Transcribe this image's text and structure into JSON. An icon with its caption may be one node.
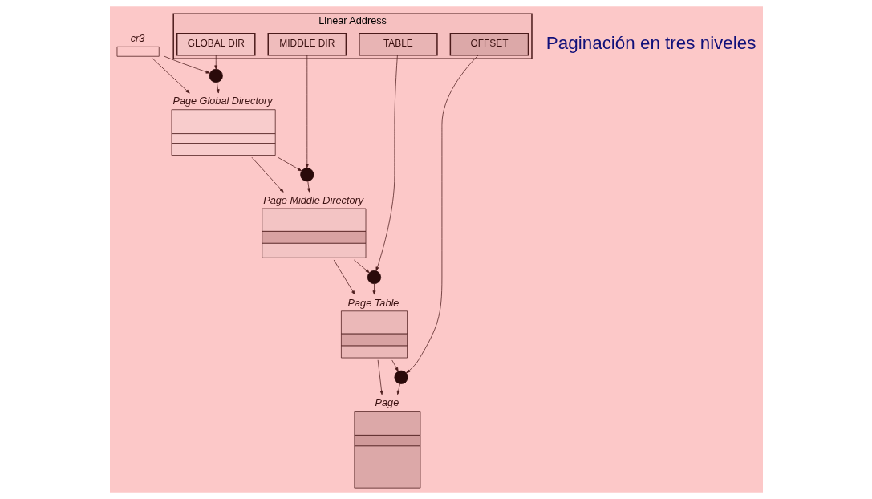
{
  "diagram": {
    "nodes": [
      {
        "text": [
          "Linear Address"
        ]
      },
      {
        "text": [
          "GLOBAL DIR"
        ],
        "in": 0
      },
      {
        "text": [
          "MIDDLE DIR"
        ],
        "in": 0
      },
      {
        "text": [
          "TABLE"
        ],
        "in": 0
      },
      {
        "text": [
          "OFFSET"
        ],
        "in": 0
      },
      {
        "text": [
          "Page"
        ]
      },
      {
        "text": [
          "Page Table"
        ]
      },
      {
        "text": [
          "Page Middle Directory"
        ]
      },
      {
        "text": [
          "Page Global Directory"
        ]
      },
      {
        "text": [
          "cr3"
        ]
      },
      {
        "text": [],
        "shape": "circle"
      },
      {
        "text": [],
        "shape": "circle"
      },
      {
        "text": [],
        "shape": "circle"
      },
      {
        "text": [],
        "shape": "circle"
      }
    ],
    "edges": [
      {
        "from": 1,
        "to": 10,
        "arrow": "to"
      },
      {
        "from": 2,
        "to": 11,
        "arrow": "to"
      },
      {
        "from": 3,
        "to": 12,
        "arrow": "to"
      },
      {
        "from": 4,
        "to": 13,
        "arrow": "to"
      },
      {
        "from": 9,
        "to": 8,
        "arrow": "to"
      },
      {
        "from": 9,
        "to": 10,
        "arrow": "to"
      },
      {
        "from": 10,
        "to": 8,
        "arrow": "to"
      },
      {
        "from": 8,
        "to": 7,
        "arrow": "to"
      },
      {
        "from": 8,
        "to": 11,
        "arrow": "to"
      },
      {
        "from": 11,
        "to": 7,
        "arrow": "to"
      },
      {
        "from": 7,
        "to": 6,
        "arrow": "to"
      },
      {
        "from": 7,
        "to": 12,
        "arrow": "to"
      },
      {
        "from": 12,
        "to": 6,
        "arrow": "to"
      },
      {
        "from": 6,
        "to": 5,
        "arrow": "to"
      },
      {
        "from": 6,
        "to": 13,
        "arrow": "to"
      },
      {
        "from": 13,
        "to": 5,
        "arrow": "to"
      }
    ],
    "labels": [
      "Paginación en tres niveles"
    ]
  }
}
